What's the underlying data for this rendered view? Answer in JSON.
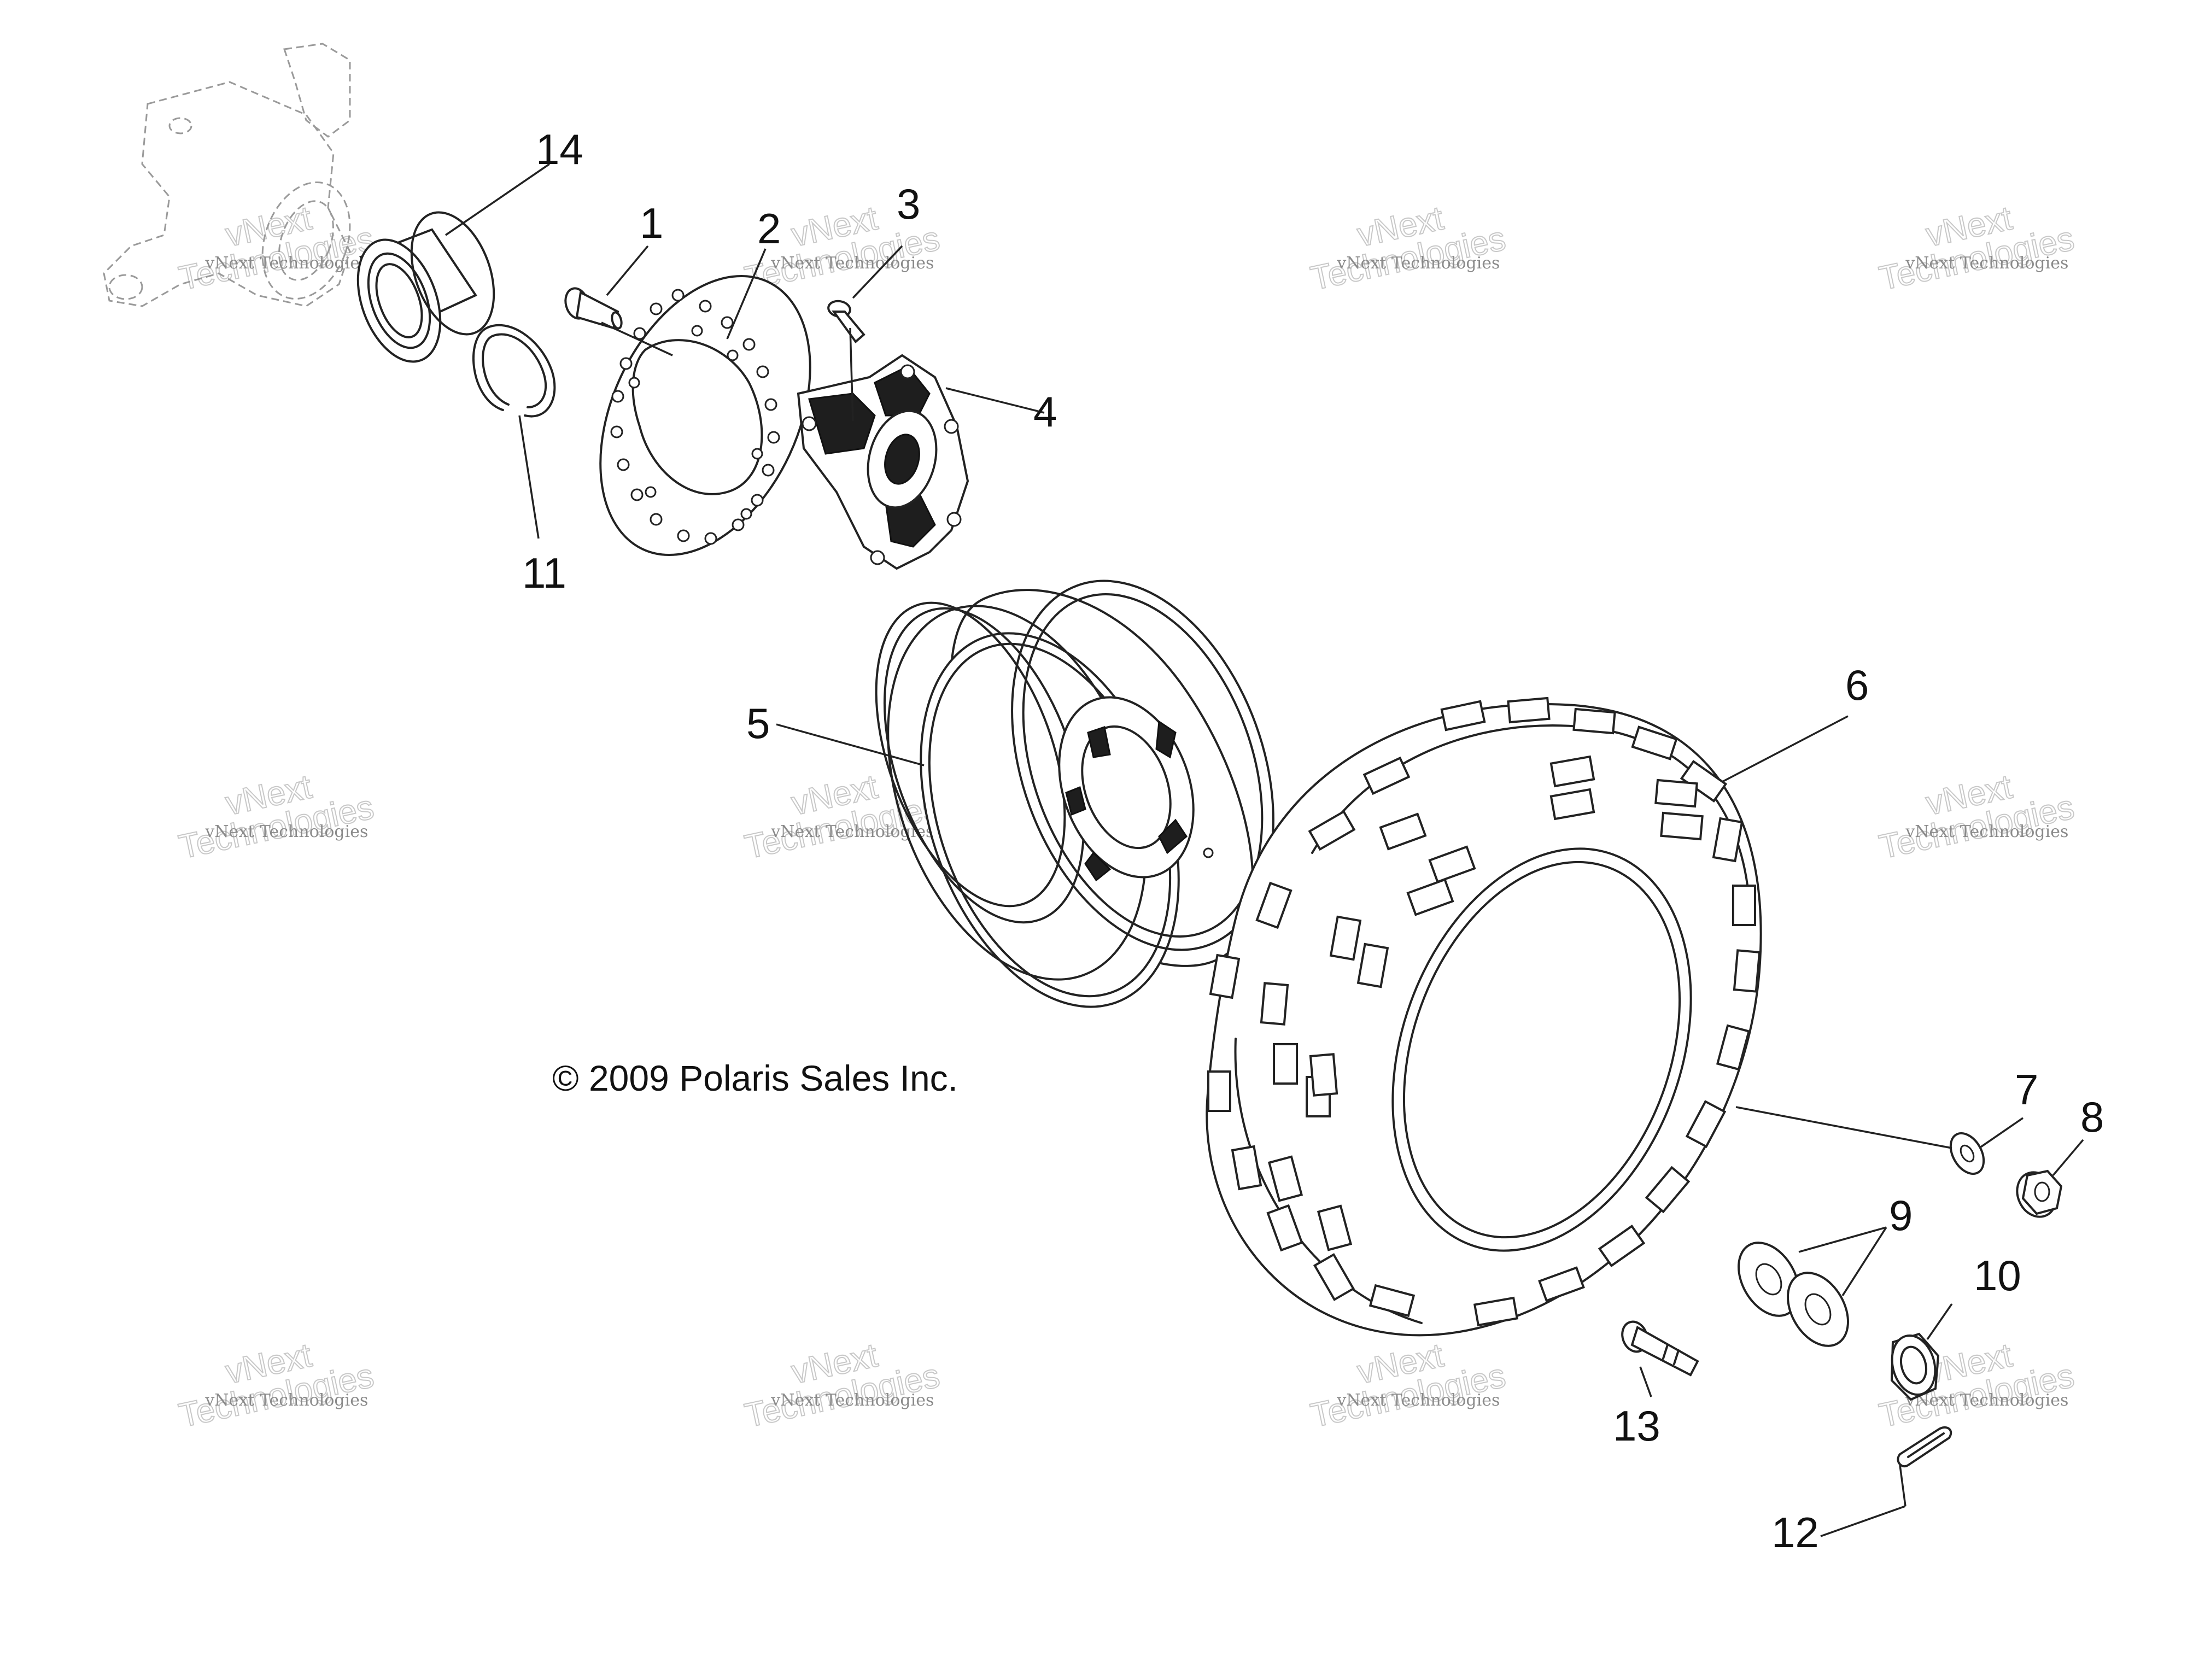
{
  "callouts": [
    {
      "id": "1",
      "label": "1"
    },
    {
      "id": "2",
      "label": "2"
    },
    {
      "id": "3",
      "label": "3"
    },
    {
      "id": "4",
      "label": "4"
    },
    {
      "id": "5",
      "label": "5"
    },
    {
      "id": "6",
      "label": "6"
    },
    {
      "id": "7",
      "label": "7"
    },
    {
      "id": "8",
      "label": "8"
    },
    {
      "id": "9",
      "label": "9"
    },
    {
      "id": "10",
      "label": "10"
    },
    {
      "id": "11",
      "label": "11"
    },
    {
      "id": "12",
      "label": "12"
    },
    {
      "id": "13",
      "label": "13"
    },
    {
      "id": "14",
      "label": "14"
    }
  ],
  "copyright": "© 2009 Polaris Sales Inc.",
  "watermark": {
    "line1": "vNext Technologies",
    "line2": "vNext",
    "line3": "Technologies"
  },
  "colors": {
    "line": "#222222",
    "background": "#ffffff",
    "watermark": "#8a8a8a"
  }
}
